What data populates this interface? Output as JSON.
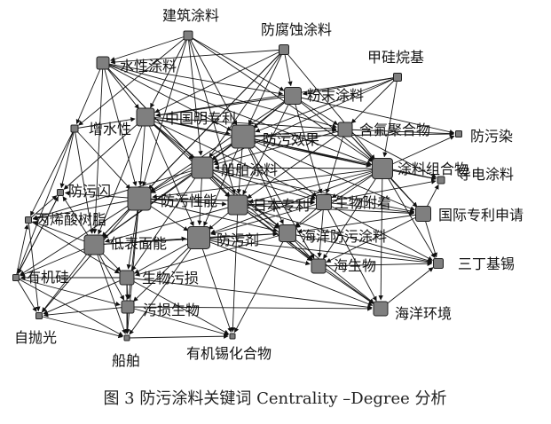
{
  "figure": {
    "caption": "图 3    防污涂料关键词 Centrality –Degree 分析",
    "nodes": [
      {
        "id": "jianzhu",
        "label": "建筑涂料"
      },
      {
        "id": "fangfushi",
        "label": "防腐蚀涂料"
      },
      {
        "id": "jiaguiwanji",
        "label": "甲硅烷基"
      },
      {
        "id": "shuixing",
        "label": "水性涂料"
      },
      {
        "id": "fenmo",
        "label": "粉末涂料"
      },
      {
        "id": "zengshuixing",
        "label": "增水性"
      },
      {
        "id": "zhongguoming",
        "label": "中国明专利"
      },
      {
        "id": "fangwuxiaoguo",
        "label": "防污效果"
      },
      {
        "id": "hanfu",
        "label": "含氟聚合物"
      },
      {
        "id": "fangwuran",
        "label": "防污染"
      },
      {
        "id": "chuanbotuliao",
        "label": "船舶涂料"
      },
      {
        "id": "tuliaozuhe",
        "label": "涂料组合物"
      },
      {
        "id": "daodian",
        "label": "导电涂料"
      },
      {
        "id": "fangwushan",
        "label": "防污闪"
      },
      {
        "id": "fangwuxingneng",
        "label": "防污性能"
      },
      {
        "id": "ribenzhuanli",
        "label": "日本专利"
      },
      {
        "id": "shengwufuzhuo",
        "label": "生物附着"
      },
      {
        "id": "bingxisuan",
        "label": "丙烯酸树脂"
      },
      {
        "id": "guojizhuanli",
        "label": "国际专利申请"
      },
      {
        "id": "dibiaomian",
        "label": "低表面能"
      },
      {
        "id": "fangwuji",
        "label": "防污剂"
      },
      {
        "id": "haiyangfangwu",
        "label": "海洋防污涂料"
      },
      {
        "id": "sandingjixi",
        "label": "三丁基锡"
      },
      {
        "id": "youjigui",
        "label": "有机硅"
      },
      {
        "id": "shengwuwusun",
        "label": "生物污损"
      },
      {
        "id": "haishengwu",
        "label": "海生物"
      },
      {
        "id": "wusunshengwu",
        "label": "污损生物"
      },
      {
        "id": "haiyanghuanjing",
        "label": "海洋环境"
      },
      {
        "id": "zipaoguang",
        "label": "自抛光"
      },
      {
        "id": "chuanbo",
        "label": "船舶"
      },
      {
        "id": "youjixi",
        "label": "有机锡化合物"
      }
    ],
    "edges": [
      [
        "jianzhu",
        "shuixing"
      ],
      [
        "jianzhu",
        "zhongguoming"
      ],
      [
        "jianzhu",
        "fangwuxiaoguo"
      ],
      [
        "jianzhu",
        "fenmo"
      ],
      [
        "jianzhu",
        "chuanbotuliao"
      ],
      [
        "jianzhu",
        "fangwuxingneng"
      ],
      [
        "jianzhu",
        "tuliaozuhe"
      ],
      [
        "jianzhu",
        "ribenzhuanli"
      ],
      [
        "jianzhu",
        "zengshuixing"
      ],
      [
        "fangfushi",
        "fenmo"
      ],
      [
        "fangfushi",
        "fangwuxiaoguo"
      ],
      [
        "fangfushi",
        "shuixing"
      ],
      [
        "fangfushi",
        "chuanbotuliao"
      ],
      [
        "fangfushi",
        "tuliaozuhe"
      ],
      [
        "fangfushi",
        "zhongguoming"
      ],
      [
        "fangfushi",
        "fangwuxingneng"
      ],
      [
        "fangfushi",
        "dibiaomian"
      ],
      [
        "jiaguiwanji",
        "fenmo"
      ],
      [
        "jiaguiwanji",
        "fangwuxiaoguo"
      ],
      [
        "jiaguiwanji",
        "hanfu"
      ],
      [
        "jiaguiwanji",
        "tuliaozuhe"
      ],
      [
        "jiaguiwanji",
        "zhongguoming"
      ],
      [
        "jiaguiwanji",
        "chuanbotuliao"
      ],
      [
        "shuixing",
        "fenmo"
      ],
      [
        "shuixing",
        "zhongguoming"
      ],
      [
        "shuixing",
        "fangwuxiaoguo"
      ],
      [
        "shuixing",
        "fangwuxingneng"
      ],
      [
        "shuixing",
        "zengshuixing"
      ],
      [
        "shuixing",
        "chuanbotuliao"
      ],
      [
        "shuixing",
        "tuliaozuhe"
      ],
      [
        "shuixing",
        "ribenzhuanli"
      ],
      [
        "shuixing",
        "dibiaomian"
      ],
      [
        "shuixing",
        "hanfu"
      ],
      [
        "fenmo",
        "fangwuxiaoguo"
      ],
      [
        "fenmo",
        "hanfu"
      ],
      [
        "fenmo",
        "tuliaozuhe"
      ],
      [
        "fenmo",
        "zhongguoming"
      ],
      [
        "fenmo",
        "chuanbotuliao"
      ],
      [
        "fenmo",
        "fangwuran"
      ],
      [
        "fenmo",
        "ribenzhuanli"
      ],
      [
        "fenmo",
        "shengwufuzhuo"
      ],
      [
        "fenmo",
        "fangwuxingneng"
      ],
      [
        "zengshuixing",
        "zhongguoming"
      ],
      [
        "zengshuixing",
        "fangwushan"
      ],
      [
        "zengshuixing",
        "fangwuxingneng"
      ],
      [
        "zengshuixing",
        "dibiaomian"
      ],
      [
        "zengshuixing",
        "youjigui"
      ],
      [
        "zengshuixing",
        "bingxisuan"
      ],
      [
        "zhongguoming",
        "fangwuxiaoguo"
      ],
      [
        "zhongguoming",
        "chuanbotuliao"
      ],
      [
        "zhongguoming",
        "fangwuxingneng"
      ],
      [
        "zhongguoming",
        "ribenzhuanli"
      ],
      [
        "zhongguoming",
        "tuliaozuhe"
      ],
      [
        "zhongguoming",
        "hanfu"
      ],
      [
        "zhongguoming",
        "dibiaomian"
      ],
      [
        "zhongguoming",
        "fangwuji"
      ],
      [
        "zhongguoming",
        "haiyangfangwu"
      ],
      [
        "zhongguoming",
        "shengwufuzhuo"
      ],
      [
        "zhongguoming",
        "fangwushan"
      ],
      [
        "fangwuxiaoguo",
        "hanfu"
      ],
      [
        "fangwuxiaoguo",
        "chuanbotuliao"
      ],
      [
        "fangwuxiaoguo",
        "tuliaozuhe"
      ],
      [
        "fangwuxiaoguo",
        "fangwuxingneng"
      ],
      [
        "fangwuxiaoguo",
        "ribenzhuanli"
      ],
      [
        "fangwuxiaoguo",
        "shengwufuzhuo"
      ],
      [
        "fangwuxiaoguo",
        "dibiaomian"
      ],
      [
        "fangwuxiaoguo",
        "fangwuji"
      ],
      [
        "fangwuxiaoguo",
        "haiyangfangwu"
      ],
      [
        "fangwuxiaoguo",
        "fangwuran"
      ],
      [
        "fangwuxiaoguo",
        "daodian"
      ],
      [
        "fangwuxiaoguo",
        "guojizhuanli"
      ],
      [
        "fangwuxiaoguo",
        "haishengwu"
      ],
      [
        "hanfu",
        "fangwuran"
      ],
      [
        "hanfu",
        "tuliaozuhe"
      ],
      [
        "hanfu",
        "daodian"
      ],
      [
        "hanfu",
        "chuanbotuliao"
      ],
      [
        "hanfu",
        "ribenzhuanli"
      ],
      [
        "hanfu",
        "shengwufuzhuo"
      ],
      [
        "hanfu",
        "guojizhuanli"
      ],
      [
        "tuliaozuhe",
        "daodian"
      ],
      [
        "tuliaozuhe",
        "fangwuran"
      ],
      [
        "tuliaozuhe",
        "guojizhuanli"
      ],
      [
        "tuliaozuhe",
        "shengwufuzhuo"
      ],
      [
        "tuliaozuhe",
        "ribenzhuanli"
      ],
      [
        "tuliaozuhe",
        "haiyangfangwu"
      ],
      [
        "tuliaozuhe",
        "haishengwu"
      ],
      [
        "tuliaozuhe",
        "sandingjixi"
      ],
      [
        "tuliaozuhe",
        "haiyanghuanjing"
      ],
      [
        "tuliaozuhe",
        "chuanbotuliao"
      ],
      [
        "tuliaozuhe",
        "fangwuji"
      ],
      [
        "tuliaozuhe",
        "fangwuxingneng"
      ],
      [
        "chuanbotuliao",
        "fangwuxingneng"
      ],
      [
        "chuanbotuliao",
        "ribenzhuanli"
      ],
      [
        "chuanbotuliao",
        "dibiaomian"
      ],
      [
        "chuanbotuliao",
        "fangwuji"
      ],
      [
        "chuanbotuliao",
        "haiyangfangwu"
      ],
      [
        "chuanbotuliao",
        "shengwufuzhuo"
      ],
      [
        "chuanbotuliao",
        "shengwuwusun"
      ],
      [
        "chuanbotuliao",
        "haishengwu"
      ],
      [
        "chuanbotuliao",
        "bingxisuan"
      ],
      [
        "chuanbotuliao",
        "guojizhuanli"
      ],
      [
        "fangwuxingneng",
        "ribenzhuanli"
      ],
      [
        "fangwuxingneng",
        "dibiaomian"
      ],
      [
        "fangwuxingneng",
        "fangwuji"
      ],
      [
        "fangwuxingneng",
        "bingxisuan"
      ],
      [
        "fangwuxingneng",
        "fangwushan"
      ],
      [
        "fangwuxingneng",
        "shengwuwusun"
      ],
      [
        "fangwuxingneng",
        "youjigui"
      ],
      [
        "fangwuxingneng",
        "haiyangfangwu"
      ],
      [
        "fangwuxingneng",
        "wusunshengwu"
      ],
      [
        "fangwuxingneng",
        "zipaoguang"
      ],
      [
        "fangwuxingneng",
        "chuanbo"
      ],
      [
        "fangwuxingneng",
        "shengwufuzhuo"
      ],
      [
        "ribenzhuanli",
        "shengwufuzhuo"
      ],
      [
        "ribenzhuanli",
        "fangwuji"
      ],
      [
        "ribenzhuanli",
        "haiyangfangwu"
      ],
      [
        "ribenzhuanli",
        "guojizhuanli"
      ],
      [
        "ribenzhuanli",
        "dibiaomian"
      ],
      [
        "ribenzhuanli",
        "haishengwu"
      ],
      [
        "ribenzhuanli",
        "sandingjixi"
      ],
      [
        "ribenzhuanli",
        "haiyanghuanjing"
      ],
      [
        "ribenzhuanli",
        "youjixi"
      ],
      [
        "shengwufuzhuo",
        "guojizhuanli"
      ],
      [
        "shengwufuzhuo",
        "haiyangfangwu"
      ],
      [
        "shengwufuzhuo",
        "haishengwu"
      ],
      [
        "shengwufuzhuo",
        "sandingjixi"
      ],
      [
        "shengwufuzhuo",
        "haiyanghuanjing"
      ],
      [
        "shengwufuzhuo",
        "fangwuji"
      ],
      [
        "shengwufuzhuo",
        "daodian"
      ],
      [
        "guojizhuanli",
        "sandingjixi"
      ],
      [
        "guojizhuanli",
        "haiyangfangwu"
      ],
      [
        "guojizhuanli",
        "haishengwu"
      ],
      [
        "guojizhuanli",
        "daodian"
      ],
      [
        "dibiaomian",
        "fangwuji"
      ],
      [
        "dibiaomian",
        "bingxisuan"
      ],
      [
        "dibiaomian",
        "youjigui"
      ],
      [
        "dibiaomian",
        "shengwuwusun"
      ],
      [
        "dibiaomian",
        "wusunshengwu"
      ],
      [
        "dibiaomian",
        "zipaoguang"
      ],
      [
        "dibiaomian",
        "chuanbo"
      ],
      [
        "dibiaomian",
        "fangwushan"
      ],
      [
        "dibiaomian",
        "haiyangfangwu"
      ],
      [
        "fangwuji",
        "haiyangfangwu"
      ],
      [
        "fangwuji",
        "shengwuwusun"
      ],
      [
        "fangwuji",
        "haishengwu"
      ],
      [
        "fangwuji",
        "wusunshengwu"
      ],
      [
        "fangwuji",
        "youjixi"
      ],
      [
        "fangwuji",
        "chuanbo"
      ],
      [
        "fangwuji",
        "haiyanghuanjing"
      ],
      [
        "fangwuji",
        "sandingjixi"
      ],
      [
        "haiyangfangwu",
        "haishengwu"
      ],
      [
        "haiyangfangwu",
        "sandingjixi"
      ],
      [
        "haiyangfangwu",
        "haiyanghuanjing"
      ],
      [
        "haiyangfangwu",
        "youjixi"
      ],
      [
        "haiyangfangwu",
        "shengwuwusun"
      ],
      [
        "haishengwu",
        "sandingjixi"
      ],
      [
        "haishengwu",
        "haiyanghuanjing"
      ],
      [
        "shengwuwusun",
        "wusunshengwu"
      ],
      [
        "shengwuwusun",
        "youjigui"
      ],
      [
        "shengwuwusun",
        "chuanbo"
      ],
      [
        "shengwuwusun",
        "zipaoguang"
      ],
      [
        "shengwuwusun",
        "haiyanghuanjing"
      ],
      [
        "shengwuwusun",
        "youjixi"
      ],
      [
        "wusunshengwu",
        "chuanbo"
      ],
      [
        "wusunshengwu",
        "youjixi"
      ],
      [
        "wusunshengwu",
        "haiyanghuanjing"
      ],
      [
        "wusunshengwu",
        "zipaoguang"
      ],
      [
        "youjigui",
        "bingxisuan"
      ],
      [
        "youjigui",
        "zipaoguang"
      ],
      [
        "youjigui",
        "fangwushan"
      ],
      [
        "youjigui",
        "chuanbo"
      ],
      [
        "youjigui",
        "wusunshengwu"
      ],
      [
        "bingxisuan",
        "fangwushan"
      ],
      [
        "bingxisuan",
        "zipaoguang"
      ],
      [
        "bingxisuan",
        "shengwuwusun"
      ],
      [
        "zipaoguang",
        "chuanbo"
      ],
      [
        "chuanbo",
        "youjixi"
      ],
      [
        "haiyanghuanjing",
        "sandingjixi"
      ],
      [
        "fangwushan",
        "youjigui"
      ]
    ]
  }
}
